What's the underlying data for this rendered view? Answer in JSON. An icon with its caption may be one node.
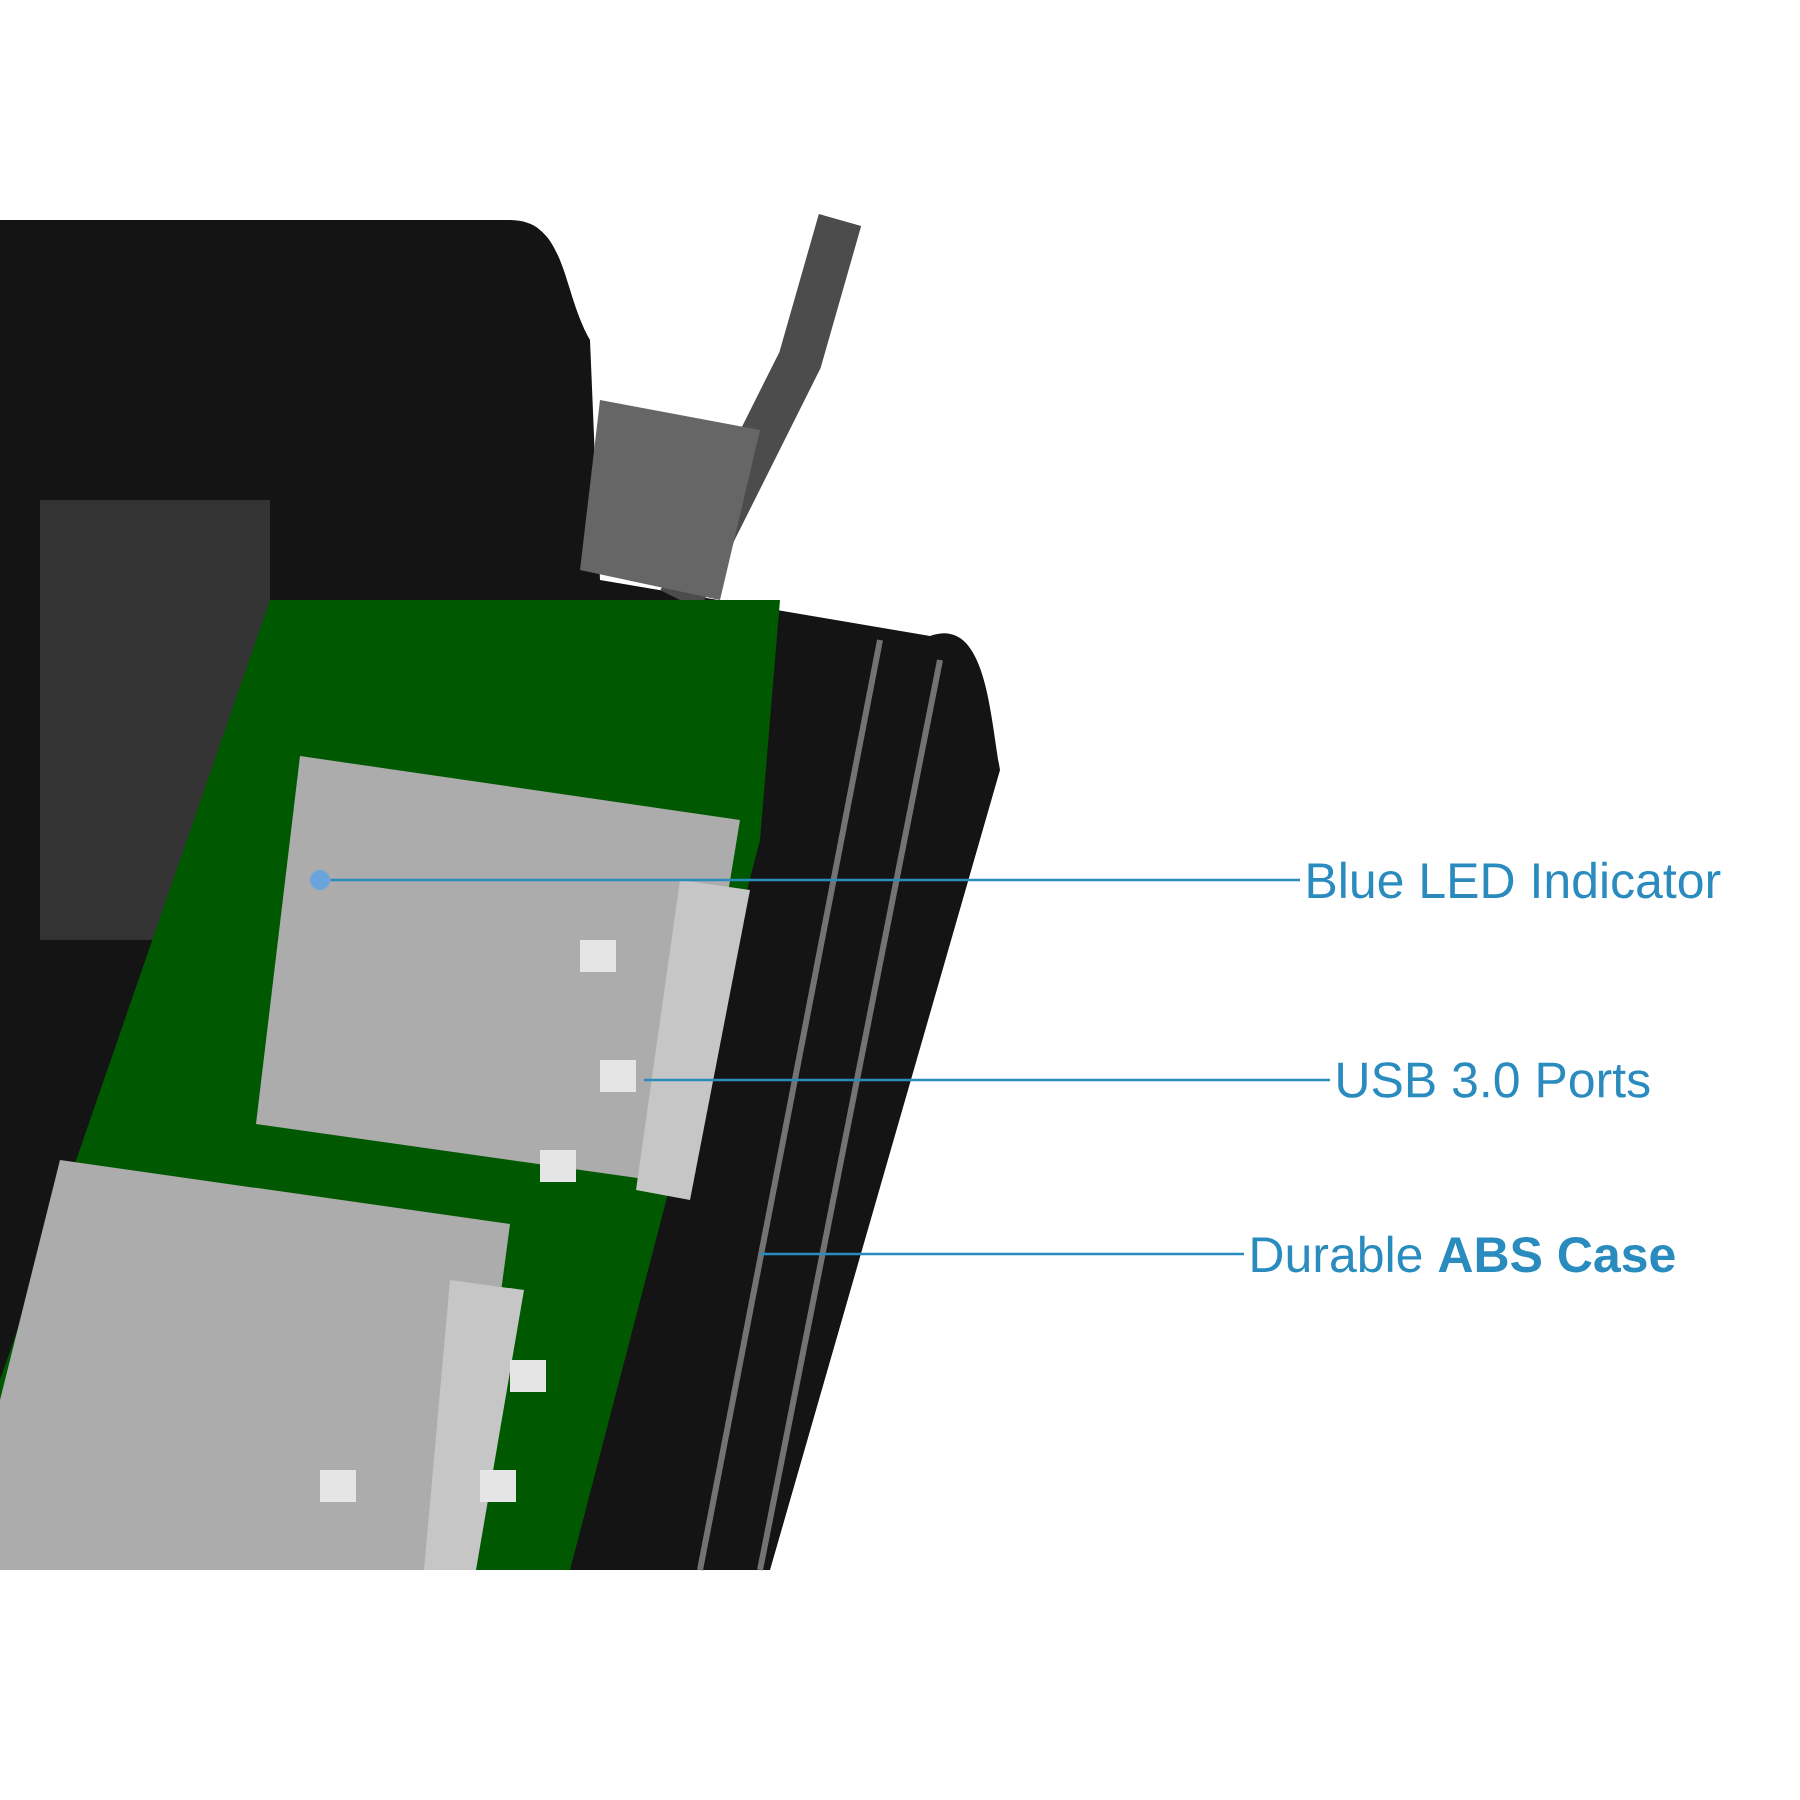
{
  "diagram": {
    "nodes": [
      {
        "text": [
          "Blue LED Indicator"
        ]
      },
      {
        "text": [
          "USB 3.0 Ports"
        ]
      },
      {
        "text": [
          "Durable **ABS Case**"
        ]
      },
      {
        "text": [],
        "shape": "circle"
      }
    ],
    "edges": [
      {
        "from": 0,
        "to": 3,
        "arrow": "none"
      },
      {
        "from": 1,
        "to": null,
        "arrow": "none"
      },
      {
        "from": 2,
        "to": null,
        "arrow": "none"
      }
    ]
  }
}
